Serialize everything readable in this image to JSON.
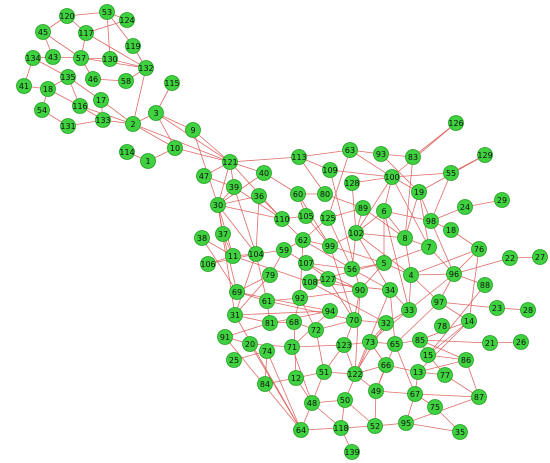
{
  "graph": {
    "colors": {
      "node_fill": "#3fd13f",
      "node_stroke": "#1f9e1f",
      "edge": "#d9534f"
    },
    "nodes": [
      {
        "id": "120"
      },
      {
        "id": "53"
      },
      {
        "id": "124"
      },
      {
        "id": "45"
      },
      {
        "id": "117"
      },
      {
        "id": "119"
      },
      {
        "id": "134"
      },
      {
        "id": "43"
      },
      {
        "id": "57"
      },
      {
        "id": "130"
      },
      {
        "id": "132"
      },
      {
        "id": "41"
      },
      {
        "id": "135"
      },
      {
        "id": "46"
      },
      {
        "id": "58"
      },
      {
        "id": "115"
      },
      {
        "id": "18"
      },
      {
        "id": "116"
      },
      {
        "id": "17"
      },
      {
        "id": "54"
      },
      {
        "id": "131"
      },
      {
        "id": "133"
      },
      {
        "id": "2"
      },
      {
        "id": "3"
      },
      {
        "id": "9"
      },
      {
        "id": "10"
      },
      {
        "id": "114"
      },
      {
        "id": "1"
      },
      {
        "id": "126"
      },
      {
        "id": "63"
      },
      {
        "id": "93"
      },
      {
        "id": "83"
      },
      {
        "id": "129"
      },
      {
        "id": "113"
      },
      {
        "id": "109"
      },
      {
        "id": "121"
      },
      {
        "id": "40"
      },
      {
        "id": "47"
      },
      {
        "id": "39"
      },
      {
        "id": "128"
      },
      {
        "id": "100"
      },
      {
        "id": "55"
      },
      {
        "id": "19"
      },
      {
        "id": "30"
      },
      {
        "id": "60"
      },
      {
        "id": "80"
      },
      {
        "id": "36"
      },
      {
        "id": "37"
      },
      {
        "id": "110"
      },
      {
        "id": "105"
      },
      {
        "id": "125"
      },
      {
        "id": "89"
      },
      {
        "id": "6"
      },
      {
        "id": "98"
      },
      {
        "id": "24"
      },
      {
        "id": "29"
      },
      {
        "id": "18b",
        "label": "18"
      },
      {
        "id": "11"
      },
      {
        "id": "62"
      },
      {
        "id": "102"
      },
      {
        "id": "8"
      },
      {
        "id": "76"
      },
      {
        "id": "38"
      },
      {
        "id": "104"
      },
      {
        "id": "59"
      },
      {
        "id": "99"
      },
      {
        "id": "7"
      },
      {
        "id": "22"
      },
      {
        "id": "27"
      },
      {
        "id": "106"
      },
      {
        "id": "79"
      },
      {
        "id": "107"
      },
      {
        "id": "56"
      },
      {
        "id": "5"
      },
      {
        "id": "96"
      },
      {
        "id": "4"
      },
      {
        "id": "127"
      },
      {
        "id": "108"
      },
      {
        "id": "88"
      },
      {
        "id": "69"
      },
      {
        "id": "61"
      },
      {
        "id": "92"
      },
      {
        "id": "90"
      },
      {
        "id": "34"
      },
      {
        "id": "97"
      },
      {
        "id": "23"
      },
      {
        "id": "28"
      },
      {
        "id": "31"
      },
      {
        "id": "94"
      },
      {
        "id": "33"
      },
      {
        "id": "14"
      },
      {
        "id": "81"
      },
      {
        "id": "68"
      },
      {
        "id": "72"
      },
      {
        "id": "70"
      },
      {
        "id": "32"
      },
      {
        "id": "78"
      },
      {
        "id": "91"
      },
      {
        "id": "20"
      },
      {
        "id": "71"
      },
      {
        "id": "123"
      },
      {
        "id": "73"
      },
      {
        "id": "65"
      },
      {
        "id": "85"
      },
      {
        "id": "21"
      },
      {
        "id": "26"
      },
      {
        "id": "25"
      },
      {
        "id": "74"
      },
      {
        "id": "15"
      },
      {
        "id": "86"
      },
      {
        "id": "51"
      },
      {
        "id": "122"
      },
      {
        "id": "66"
      },
      {
        "id": "13"
      },
      {
        "id": "77"
      },
      {
        "id": "84"
      },
      {
        "id": "12"
      },
      {
        "id": "49"
      },
      {
        "id": "67"
      },
      {
        "id": "87"
      },
      {
        "id": "48"
      },
      {
        "id": "50"
      },
      {
        "id": "75"
      },
      {
        "id": "64"
      },
      {
        "id": "118"
      },
      {
        "id": "52"
      },
      {
        "id": "95"
      },
      {
        "id": "35"
      },
      {
        "id": "139"
      }
    ],
    "edges": [
      [
        "45",
        "120"
      ],
      [
        "45",
        "43"
      ],
      [
        "45",
        "57"
      ],
      [
        "120",
        "117"
      ],
      [
        "120",
        "53"
      ],
      [
        "53",
        "124"
      ],
      [
        "53",
        "119"
      ],
      [
        "53",
        "130"
      ],
      [
        "124",
        "117"
      ],
      [
        "117",
        "57"
      ],
      [
        "117",
        "132"
      ],
      [
        "119",
        "132"
      ],
      [
        "130",
        "57"
      ],
      [
        "130",
        "132"
      ],
      [
        "134",
        "43"
      ],
      [
        "134",
        "135"
      ],
      [
        "134",
        "41"
      ],
      [
        "43",
        "57"
      ],
      [
        "57",
        "46"
      ],
      [
        "57",
        "132"
      ],
      [
        "46",
        "58"
      ],
      [
        "58",
        "132"
      ],
      [
        "132",
        "2"
      ],
      [
        "41",
        "18"
      ],
      [
        "18",
        "135"
      ],
      [
        "18",
        "116"
      ],
      [
        "18",
        "54"
      ],
      [
        "135",
        "116"
      ],
      [
        "135",
        "17"
      ],
      [
        "116",
        "133"
      ],
      [
        "17",
        "2"
      ],
      [
        "17",
        "133"
      ],
      [
        "54",
        "131"
      ],
      [
        "131",
        "133"
      ],
      [
        "133",
        "2"
      ],
      [
        "116",
        "2"
      ],
      [
        "2",
        "3"
      ],
      [
        "115",
        "3"
      ],
      [
        "3",
        "9"
      ],
      [
        "3",
        "10"
      ],
      [
        "2",
        "10"
      ],
      [
        "114",
        "1"
      ],
      [
        "1",
        "10"
      ],
      [
        "9",
        "121"
      ],
      [
        "10",
        "121"
      ],
      [
        "2",
        "121"
      ],
      [
        "3",
        "121"
      ],
      [
        "9",
        "30"
      ],
      [
        "47",
        "121"
      ],
      [
        "121",
        "40"
      ],
      [
        "121",
        "113"
      ],
      [
        "121",
        "39"
      ],
      [
        "121",
        "30"
      ],
      [
        "39",
        "30"
      ],
      [
        "40",
        "30"
      ],
      [
        "113",
        "109"
      ],
      [
        "113",
        "63"
      ],
      [
        "63",
        "93"
      ],
      [
        "93",
        "83"
      ],
      [
        "83",
        "126"
      ],
      [
        "109",
        "100"
      ],
      [
        "63",
        "100"
      ],
      [
        "100",
        "55"
      ],
      [
        "55",
        "129"
      ],
      [
        "100",
        "19"
      ],
      [
        "128",
        "100"
      ],
      [
        "30",
        "36"
      ],
      [
        "30",
        "37"
      ],
      [
        "30",
        "110"
      ],
      [
        "30",
        "11"
      ],
      [
        "36",
        "110"
      ],
      [
        "110",
        "105"
      ],
      [
        "105",
        "60"
      ],
      [
        "60",
        "80"
      ],
      [
        "80",
        "89"
      ],
      [
        "125",
        "62"
      ],
      [
        "62",
        "99"
      ],
      [
        "99",
        "102"
      ],
      [
        "89",
        "102"
      ],
      [
        "6",
        "8"
      ],
      [
        "6",
        "98"
      ],
      [
        "98",
        "18b"
      ],
      [
        "98",
        "24"
      ],
      [
        "24",
        "29"
      ],
      [
        "18b",
        "76"
      ],
      [
        "8",
        "7"
      ],
      [
        "7",
        "96"
      ],
      [
        "96",
        "22"
      ],
      [
        "22",
        "27"
      ],
      [
        "96",
        "88"
      ],
      [
        "96",
        "97"
      ],
      [
        "97",
        "23"
      ],
      [
        "23",
        "28"
      ],
      [
        "97",
        "14"
      ],
      [
        "14",
        "85"
      ],
      [
        "85",
        "21"
      ],
      [
        "21",
        "26"
      ],
      [
        "11",
        "104"
      ],
      [
        "104",
        "59"
      ],
      [
        "59",
        "79"
      ],
      [
        "79",
        "69"
      ],
      [
        "69",
        "61"
      ],
      [
        "61",
        "92"
      ],
      [
        "92",
        "90"
      ],
      [
        "107",
        "56"
      ],
      [
        "56",
        "5"
      ],
      [
        "5",
        "4"
      ],
      [
        "4",
        "96"
      ],
      [
        "127",
        "108"
      ],
      [
        "108",
        "34"
      ],
      [
        "34",
        "33"
      ],
      [
        "33",
        "32"
      ],
      [
        "32",
        "70"
      ],
      [
        "70",
        "72"
      ],
      [
        "72",
        "68"
      ],
      [
        "68",
        "81"
      ],
      [
        "81",
        "31"
      ],
      [
        "31",
        "94"
      ],
      [
        "91",
        "20"
      ],
      [
        "20",
        "71"
      ],
      [
        "71",
        "123"
      ],
      [
        "123",
        "73"
      ],
      [
        "73",
        "65"
      ],
      [
        "65",
        "85"
      ],
      [
        "25",
        "74"
      ],
      [
        "74",
        "84"
      ],
      [
        "84",
        "12"
      ],
      [
        "12",
        "51"
      ],
      [
        "51",
        "122"
      ],
      [
        "122",
        "66"
      ],
      [
        "66",
        "13"
      ],
      [
        "13",
        "77"
      ],
      [
        "77",
        "87"
      ],
      [
        "15",
        "86"
      ],
      [
        "86",
        "13"
      ],
      [
        "49",
        "67"
      ],
      [
        "67",
        "87"
      ],
      [
        "67",
        "75"
      ],
      [
        "75",
        "35"
      ],
      [
        "48",
        "50"
      ],
      [
        "50",
        "52"
      ],
      [
        "52",
        "95"
      ],
      [
        "95",
        "67"
      ],
      [
        "64",
        "118"
      ],
      [
        "118",
        "52"
      ],
      [
        "118",
        "139"
      ],
      [
        "64",
        "48"
      ],
      [
        "35",
        "95"
      ],
      [
        "106",
        "11"
      ],
      [
        "38",
        "11"
      ],
      [
        "104",
        "31"
      ],
      [
        "11",
        "108"
      ],
      [
        "59",
        "62"
      ],
      [
        "62",
        "56"
      ],
      [
        "56",
        "102"
      ],
      [
        "102",
        "6"
      ],
      [
        "6",
        "5"
      ],
      [
        "99",
        "5"
      ],
      [
        "7",
        "5"
      ],
      [
        "60",
        "99"
      ],
      [
        "89",
        "8"
      ],
      [
        "19",
        "8"
      ],
      [
        "19",
        "98"
      ],
      [
        "128",
        "102"
      ],
      [
        "125",
        "89"
      ],
      [
        "39",
        "110"
      ],
      [
        "39",
        "104"
      ],
      [
        "37",
        "69"
      ],
      [
        "30",
        "104"
      ],
      [
        "107",
        "127"
      ],
      [
        "127",
        "90"
      ],
      [
        "90",
        "70"
      ],
      [
        "4",
        "33"
      ],
      [
        "4",
        "97"
      ],
      [
        "8",
        "102"
      ],
      [
        "5",
        "90"
      ],
      [
        "56",
        "34"
      ],
      [
        "90",
        "122"
      ],
      [
        "34",
        "122"
      ],
      [
        "33",
        "73"
      ],
      [
        "32",
        "122"
      ],
      [
        "72",
        "51"
      ],
      [
        "73",
        "50"
      ],
      [
        "65",
        "49"
      ],
      [
        "85",
        "15"
      ],
      [
        "14",
        "15"
      ],
      [
        "88",
        "15"
      ],
      [
        "76",
        "96"
      ],
      [
        "76",
        "4"
      ],
      [
        "61",
        "81"
      ],
      [
        "92",
        "72"
      ],
      [
        "94",
        "71"
      ],
      [
        "31",
        "64"
      ],
      [
        "20",
        "64"
      ],
      [
        "91",
        "64"
      ],
      [
        "74",
        "64"
      ],
      [
        "12",
        "48"
      ],
      [
        "51",
        "48"
      ],
      [
        "122",
        "49"
      ],
      [
        "66",
        "49"
      ],
      [
        "13",
        "67"
      ],
      [
        "50",
        "118"
      ],
      [
        "48",
        "118"
      ],
      [
        "49",
        "52"
      ],
      [
        "87",
        "95"
      ],
      [
        "71",
        "48"
      ],
      [
        "70",
        "123"
      ],
      [
        "123",
        "122"
      ],
      [
        "69",
        "94"
      ],
      [
        "79",
        "31"
      ],
      [
        "106",
        "104"
      ],
      [
        "109",
        "90"
      ],
      [
        "113",
        "80"
      ],
      [
        "63",
        "125"
      ],
      [
        "93",
        "19"
      ],
      [
        "83",
        "8"
      ],
      [
        "126",
        "100"
      ],
      [
        "55",
        "98"
      ],
      [
        "129",
        "19"
      ],
      [
        "100",
        "6"
      ],
      [
        "100",
        "102"
      ],
      [
        "100",
        "7"
      ],
      [
        "19",
        "7"
      ],
      [
        "98",
        "96"
      ],
      [
        "110",
        "62"
      ],
      [
        "105",
        "99"
      ],
      [
        "125",
        "56"
      ],
      [
        "62",
        "92"
      ],
      [
        "104",
        "61"
      ],
      [
        "61",
        "70"
      ],
      [
        "92",
        "68"
      ],
      [
        "94",
        "81"
      ],
      [
        "127",
        "70"
      ],
      [
        "108",
        "32"
      ],
      [
        "34",
        "65"
      ],
      [
        "97",
        "65"
      ],
      [
        "14",
        "13"
      ],
      [
        "96",
        "33"
      ],
      [
        "76",
        "14"
      ],
      [
        "81",
        "91"
      ],
      [
        "68",
        "12"
      ],
      [
        "123",
        "51"
      ],
      [
        "73",
        "66"
      ],
      [
        "65",
        "67"
      ],
      [
        "85",
        "86"
      ],
      [
        "15",
        "77"
      ],
      [
        "86",
        "87"
      ],
      [
        "32",
        "73"
      ],
      [
        "102",
        "4"
      ],
      [
        "102",
        "34"
      ],
      [
        "8",
        "4"
      ],
      [
        "6",
        "33"
      ],
      [
        "5",
        "108"
      ],
      [
        "107",
        "90"
      ],
      [
        "99",
        "70"
      ],
      [
        "59",
        "107"
      ],
      [
        "36",
        "104"
      ],
      [
        "38",
        "69"
      ],
      [
        "47",
        "39"
      ],
      [
        "40",
        "60"
      ],
      [
        "121",
        "110"
      ],
      [
        "30",
        "31"
      ],
      [
        "37",
        "11"
      ]
    ]
  }
}
